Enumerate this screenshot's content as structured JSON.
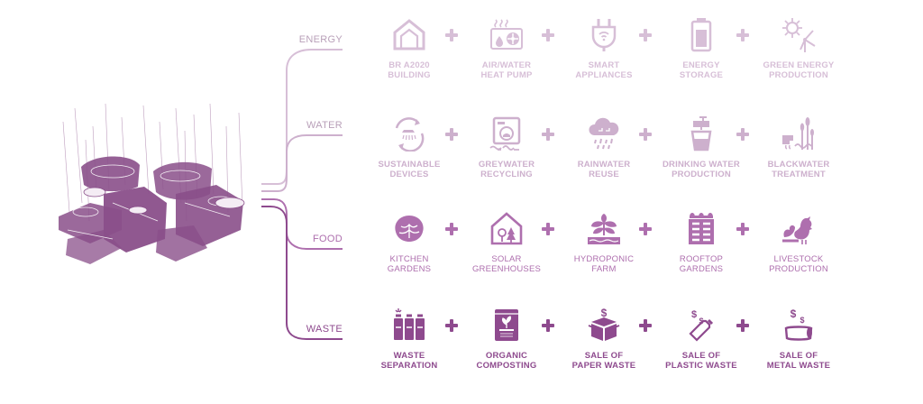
{
  "colors": {
    "energy": "#d7bfd7",
    "water": "#cdb0cd",
    "food": "#ae6fae",
    "waste": "#8e4a8e",
    "illustration": "#8a4f8a"
  },
  "rows": [
    {
      "category": "ENERGY",
      "color_key": "energy",
      "items": [
        {
          "label": "BR A2020\nBUILDING",
          "icon": "house-icon"
        },
        {
          "label": "AIR/WATER\nHEAT PUMP",
          "icon": "heat-pump-icon"
        },
        {
          "label": "SMART\nAPPLIANCES",
          "icon": "plug-icon"
        },
        {
          "label": "ENERGY\nSTORAGE",
          "icon": "battery-icon"
        },
        {
          "label": "GREEN ENERGY\nPRODUCTION",
          "icon": "sun-wind-icon"
        }
      ]
    },
    {
      "category": "WATER",
      "color_key": "water",
      "items": [
        {
          "label": "SUSTAINABLE\nDEVICES",
          "icon": "shower-cycle-icon"
        },
        {
          "label": "GREYWATER\nRECYCLING",
          "icon": "washer-icon"
        },
        {
          "label": "RAINWATER\nREUSE",
          "icon": "rain-cloud-icon"
        },
        {
          "label": "DRINKING WATER\nPRODUCTION",
          "icon": "tap-glass-icon"
        },
        {
          "label": "BLACKWATER\nTREATMENT",
          "icon": "reeds-icon"
        }
      ]
    },
    {
      "category": "FOOD",
      "color_key": "food",
      "items": [
        {
          "label": "KITCHEN\nGARDENS",
          "icon": "cabbage-icon"
        },
        {
          "label": "SOLAR\nGREENHOUSES",
          "icon": "greenhouse-icon"
        },
        {
          "label": "HYDROPONIC\nFARM",
          "icon": "hydroponic-icon"
        },
        {
          "label": "ROOFTOP\nGARDENS",
          "icon": "rooftop-building-icon"
        },
        {
          "label": "LIVESTOCK\nPRODUCTION",
          "icon": "chicken-icon"
        }
      ]
    },
    {
      "category": "WASTE",
      "color_key": "waste",
      "items": [
        {
          "label": "WASTE\nSEPARATION",
          "icon": "bins-icon"
        },
        {
          "label": "ORGANIC\nCOMPOSTING",
          "icon": "compost-bag-icon"
        },
        {
          "label": "SALE OF\nPAPER WASTE",
          "icon": "paper-box-icon"
        },
        {
          "label": "SALE OF\nPLASTIC WASTE",
          "icon": "plastic-bottle-icon"
        },
        {
          "label": "SALE OF\nMETAL WASTE",
          "icon": "metal-can-icon"
        }
      ]
    }
  ]
}
